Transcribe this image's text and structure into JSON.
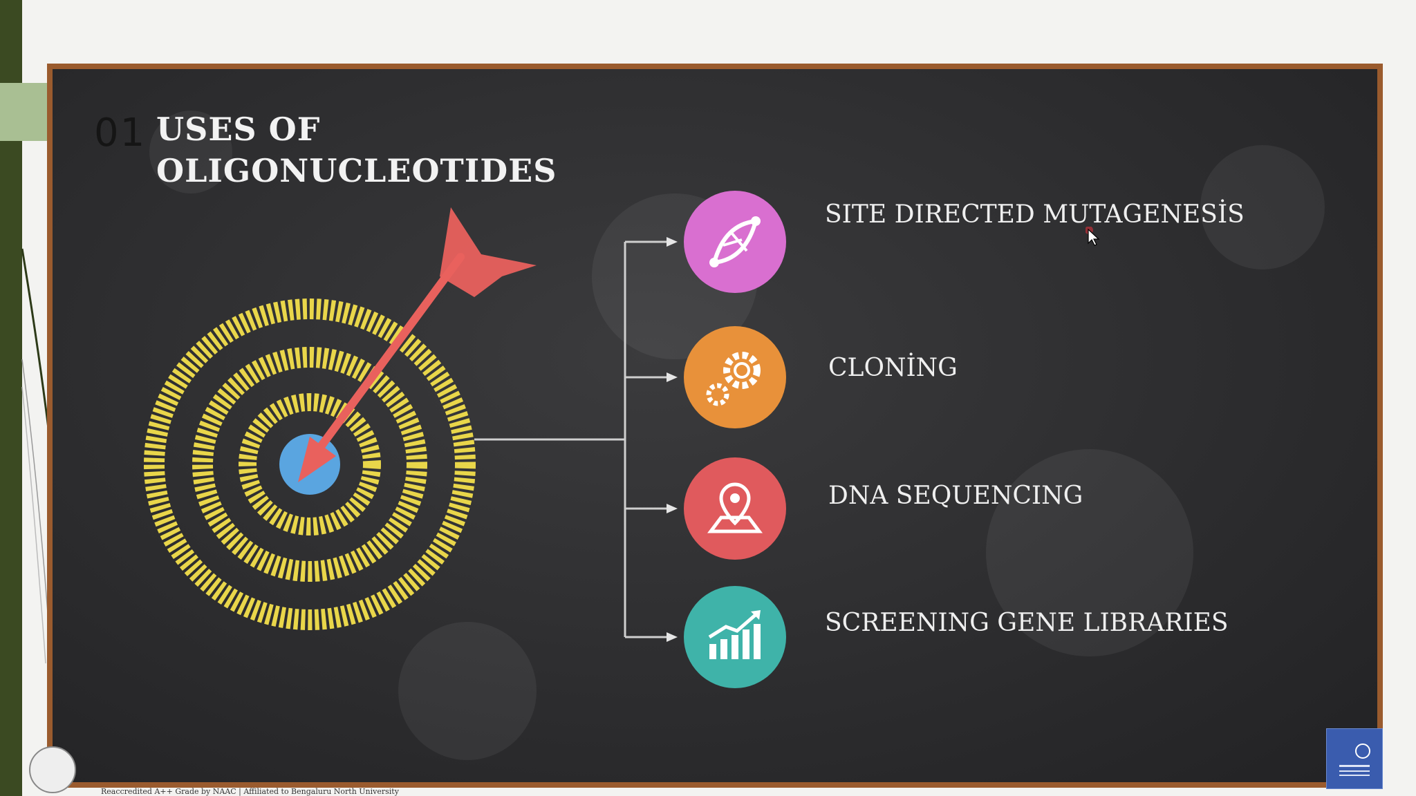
{
  "slide": {
    "number": "01",
    "title_line1": "USES OF",
    "title_line2": "OLIGONUCLEOTIDES",
    "items": [
      {
        "label": "SITE DIRECTED MUTAGENESİS",
        "icon": "dna-icon",
        "color": "#d96fd0"
      },
      {
        "label": "CLONİNG",
        "icon": "gears-icon",
        "color": "#e8913a"
      },
      {
        "label": "DNA SEQUENCING",
        "icon": "map-pin-icon",
        "color": "#e05a5d"
      },
      {
        "label": "SCREENING GENE LIBRARIES",
        "icon": "growth-chart-icon",
        "color": "#3fb3a9"
      }
    ],
    "target_colors": {
      "rings": "#e9d64a",
      "bullseye": "#5aa5e0",
      "arrow": "#e9615d"
    }
  },
  "footer": {
    "text": "Reaccredited A++ Grade by NAAC | Affiliated to Bengaluru North University"
  }
}
